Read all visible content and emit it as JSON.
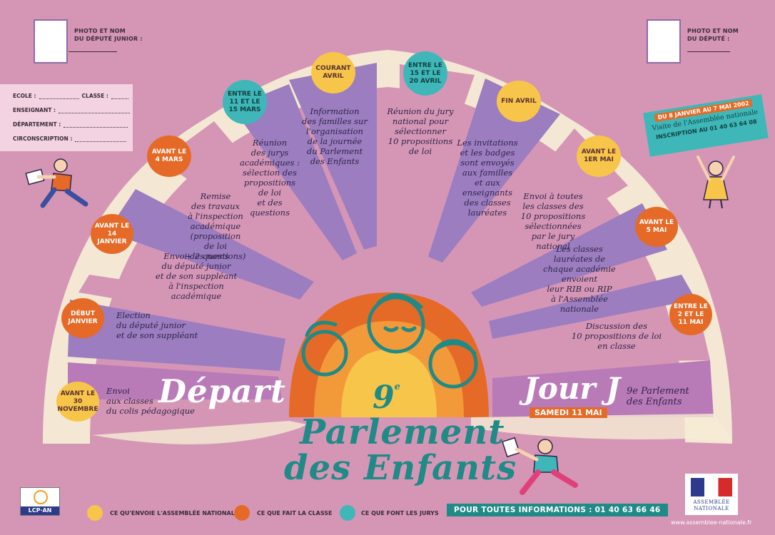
{
  "photo_left": {
    "label_line1": "PHOTO ET NOM",
    "label_line2": "DU DÉPUTÉ JUNIOR :"
  },
  "photo_right": {
    "label_line1": "PHOTO ET NOM",
    "label_line2": "DU DÉPUTÉ :"
  },
  "form": {
    "ecole": "ECOLE :",
    "classe": "CLASSE :",
    "enseignant": "ENSEIGNANT :",
    "departement": "DÉPARTEMENT :",
    "circonscription": "CIRCONSCRIPTION :"
  },
  "badges": {
    "b1": "Avant le 30 novembre",
    "b2": "Début janvier",
    "b3": "Avant le 14 janvier",
    "b4": "Avant le 4 mars",
    "b5": "Entre le 11 et le 15 mars",
    "b6": "Courant avril",
    "b7": "Entre le 15 et le 20 avril",
    "b8": "Fin avril",
    "b9": "Avant le 1er mai",
    "b10": "Avant le 5 mai",
    "b11": "Entre le 2 et le 11 mai"
  },
  "steps": {
    "s1": "Envoi\naux classes\ndu colis pédagogique",
    "s2": "Election\ndu député junior\net de son suppléant",
    "s3": "Envoi des noms\ndu député junior\net de son suppléant\nà l'inspection\nacadémique",
    "s4": "Remise\ndes travaux\nà l'inspection\nacadémique\n(proposition\nde loi\n+ 2 questions)",
    "s5": "Réunion\ndes jurys\nacadémiques :\nsélection des\npropositions\nde loi\net des\nquestions",
    "s6": "Information\ndes familles sur\nl'organisation\nde la journée\ndu Parlement\ndes Enfants",
    "s7": "Réunion du jury\nnational pour\nsélectionner\n10 propositions\nde loi",
    "s8": "Les invitations\net les badges\nsont envoyés\naux familles\net aux\nenseignants\ndes classes\nlauréates",
    "s9": "Envoi à toutes\nles classes des\n10 propositions\nsélectionnées\npar le jury\nnational",
    "s10": "Les classes\nlauréates de\nchaque académie\nenvoient\nleur RIB ou RIP\nà l'Assemblée\nnationale",
    "s11": "Discussion des\n10 propositions de loi\nen classe",
    "s12": "9e Parlement\ndes Enfants"
  },
  "depart": "Départ",
  "jour_j": "Jour J",
  "samedi": "Samedi 11 mai",
  "edition_number": "9",
  "edition_suffix": "e",
  "title_line1": "Parlement",
  "title_line2": "des Enfants",
  "visit": {
    "dates": "Du 8 janvier au 7 mai 2002",
    "text": "Visite de l'Assemblée nationale",
    "inscription": "INSCRIPTION AU 01 40 63 64 08"
  },
  "legend": {
    "yellow": "Ce qu'envoie l'Assemblée nationale",
    "orange": "Ce que fait la classe",
    "teal": "Ce que font les jurys"
  },
  "info": "Pour toutes informations : 01 40 63 66 46",
  "logo_lcp": "LCP·AN",
  "logo_an": "ASSEMBLÉE NATIONALE",
  "url": "www.assemblee-nationale.fr",
  "colors": {
    "yellow": "#f8c54b",
    "orange": "#e56a27",
    "teal": "#3fb7b8",
    "purple": "#9b7dc0",
    "background": "#d596b6"
  }
}
